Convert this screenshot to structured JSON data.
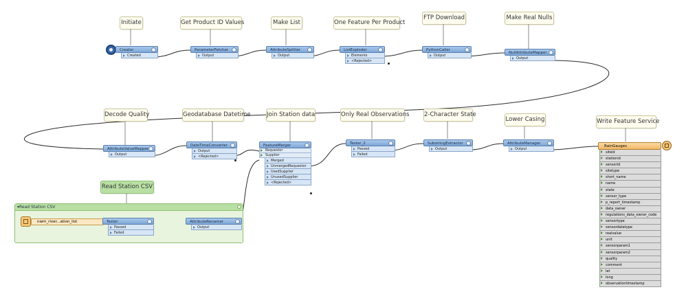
{
  "annotations": {
    "initiate": "Initiate",
    "get_product_id": "Get Product ID Values",
    "make_list": "Make List",
    "one_feature": "One Feature Per Product",
    "ftp_download": "FTP Download",
    "make_real_nulls": "Make Real Nulls",
    "decode_quality": "Decode Quality",
    "geodatabase_datetime": "Geodatabase Datetime",
    "join_station": "Join Station data",
    "only_real_obs": "Only Real Observations",
    "two_char_state": "2-Character State",
    "lower_casing": "Lower Casing",
    "write_feature_service": "Write Feature Service",
    "read_station_csv": "Read Station CSV"
  },
  "transformers": {
    "creator": {
      "name": "Creator",
      "ports": [
        "Created"
      ]
    },
    "parameter_fetcher": {
      "name": "ParameterFetcher",
      "ports": [
        "Output"
      ]
    },
    "attribute_splitter": {
      "name": "AttributeSplitter",
      "ports": [
        "Output"
      ]
    },
    "list_exploder": {
      "name": "ListExploder",
      "ports": [
        "Elements",
        "<Rejected>"
      ]
    },
    "python_caller": {
      "name": "PythonCaller",
      "ports": [
        "Output"
      ]
    },
    "null_attribute_mapper": {
      "name": "NullAttributeMapper",
      "ports": [
        "Output"
      ]
    },
    "attribute_value_mapper": {
      "name": "AttributeValueMapper",
      "ports": [
        "Output"
      ]
    },
    "datetime_converter": {
      "name": "DateTimeConverter",
      "ports": [
        "Output",
        "<Rejected>"
      ]
    },
    "feature_merger": {
      "name": "FeatureMerger",
      "inputs": [
        "Requestor",
        "Supplier"
      ],
      "ports": [
        "Merged",
        "UnmergedRequestor",
        "UsedSupplier",
        "UnusedSupplier",
        "<Rejected>"
      ]
    },
    "tester_2": {
      "name": "Tester_2",
      "ports": [
        "Passed",
        "Failed"
      ]
    },
    "substring_extractor": {
      "name": "SubstringExtractor",
      "ports": [
        "Output"
      ]
    },
    "attribute_manager": {
      "name": "AttributeManager",
      "ports": [
        "Output"
      ]
    },
    "tester": {
      "name": "Tester",
      "ports": [
        "Passed",
        "Failed"
      ]
    },
    "attribute_renamer": {
      "name": "AttributeRenamer",
      "ports": [
        "Output"
      ]
    }
  },
  "bookmark": {
    "title": "Read Station CSV"
  },
  "reader": {
    "label": "nwm_river...ation_list"
  },
  "writer": {
    "name": "RainGauges",
    "attributes": [
      "siteid",
      "stationid",
      "sensorid",
      "sitetype",
      "short_name",
      "name",
      "state",
      "sensor_type",
      "p_report_timestamp",
      "data_owner",
      "regulations_data_owner_code",
      "sensortype",
      "sensordatatype",
      "realvalue",
      "unit",
      "sensorparam1",
      "sensorparam2",
      "quality",
      "comment",
      "lat",
      "long",
      "observationtimestamp"
    ]
  },
  "colors": {
    "transformer": "#8db4e2",
    "annotation": "#fffdf0",
    "bookmark": "#b9e0a4",
    "writer": "#f5c777"
  }
}
